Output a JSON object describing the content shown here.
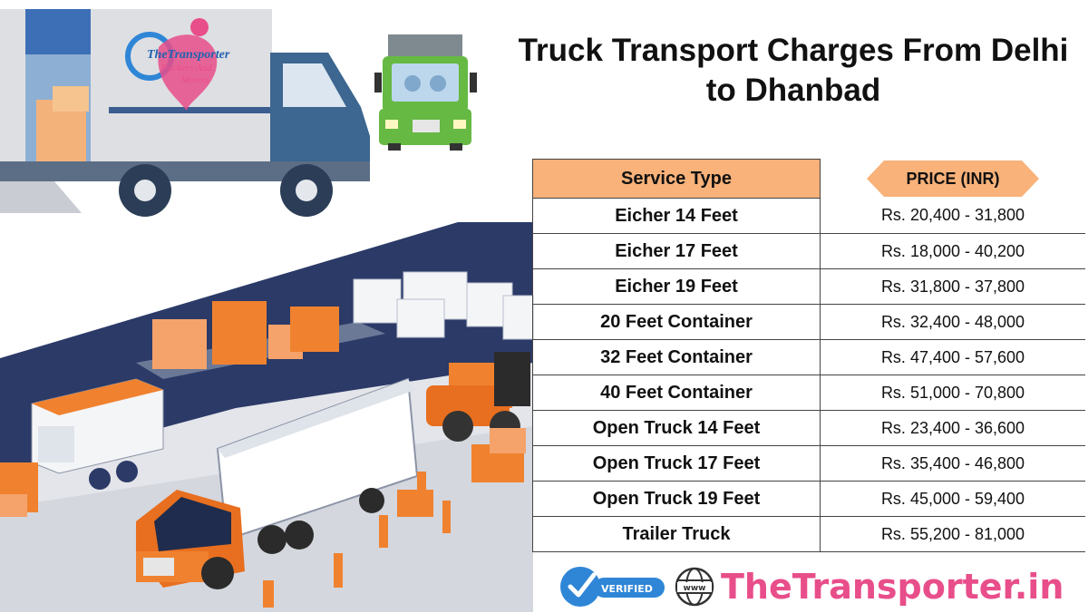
{
  "page": {
    "title": "Truck Transport Charges From Delhi to Dhanbad"
  },
  "logo": {
    "text_line1": "TheTransporter",
    "text_line2": "Packers And",
    "text_line3": "Movers"
  },
  "table": {
    "headers": {
      "service": "Service Type",
      "price": "PRICE (INR)"
    },
    "rows": [
      {
        "service": "Eicher 14 Feet",
        "price": "Rs. 20,400 - 31,800"
      },
      {
        "service": "Eicher 17 Feet",
        "price": "Rs. 18,000 - 40,200"
      },
      {
        "service": "Eicher 19 Feet",
        "price": "Rs. 31,800 - 37,800"
      },
      {
        "service": "20 Feet Container",
        "price": "Rs. 32,400 - 48,000"
      },
      {
        "service": "32 Feet Container",
        "price": "Rs. 47,400 - 57,600"
      },
      {
        "service": "40 Feet Container",
        "price": "Rs. 51,000 - 70,800"
      },
      {
        "service": "Open Truck 14 Feet",
        "price": "Rs. 23,400 - 36,600"
      },
      {
        "service": "Open Truck 17 Feet",
        "price": "Rs. 35,400 - 46,800"
      },
      {
        "service": "Open Truck 19 Feet",
        "price": "Rs. 45,000 - 59,400"
      },
      {
        "service": "Trailer Truck",
        "price": "Rs. 55,200 - 81,000"
      }
    ]
  },
  "footer": {
    "verified_label": "VERIFIED",
    "www_label": "www",
    "brand": "TheTransporter.in"
  },
  "icons": {
    "delivery_truck": "delivery-truck-icon",
    "green_truck": "green-truck-front-icon",
    "warehouse": "warehouse-scene",
    "verified": "verified-check-icon",
    "globe": "globe-icon"
  },
  "colors": {
    "header_fill": "#f8b27a",
    "brand_pink": "#e84e8a",
    "warehouse_navy": "#2b3a67",
    "orange": "#f0822f",
    "verified_blue": "#2f86d6"
  }
}
